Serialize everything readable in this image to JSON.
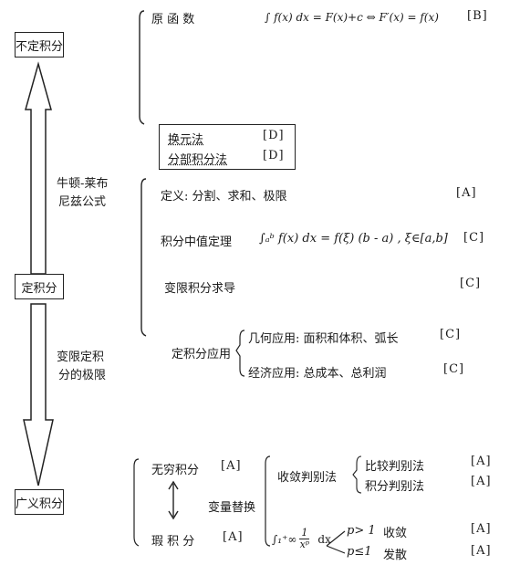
{
  "nodes": {
    "indefinite": "不定积分",
    "definite": "定积分",
    "improper": "广义积分"
  },
  "arrows": {
    "newton_leibniz_1": "牛顿-莱布",
    "newton_leibniz_2": "尼兹公式",
    "variable_limit_1": "变限定积",
    "variable_limit_2": "分的极限"
  },
  "indefinite_branch": {
    "antiderivative": "原 函 数",
    "formula": "∫ f(x) dx = F(x)+c ⇔ F′(x) = f(x)",
    "grade": "[B]"
  },
  "methods_box": {
    "substitution": "换元法",
    "substitution_grade": "[D]",
    "by_parts": "分部积分法",
    "by_parts_grade": "[D]"
  },
  "definite_branch": {
    "definition": "定义: 分割、求和、极限",
    "definition_grade": "[A]",
    "mean_value": "积分中值定理",
    "mean_value_formula": "∫ₐᵇ f(x) dx = f(ξ) (b - a) , ξ∈[a,b]",
    "mean_value_grade": "[C]",
    "variable_limit_derivative": "变限积分求导",
    "variable_limit_grade": "[C]",
    "applications": "定积分应用",
    "geometry_app": "几何应用: 面积和体积、弧长",
    "geometry_grade": "[C]",
    "economics_app": "经济应用: 总成本、总利润",
    "economics_grade": "[C]"
  },
  "improper_branch": {
    "infinite": "无穷积分",
    "infinite_grade": "[A]",
    "substitution": "变量替换",
    "defective": "瑕 积 分",
    "defective_grade": "[A]",
    "convergence_tests": "收敛判别法",
    "comparison_test": "比较判别法",
    "comparison_grade": "[A]",
    "integral_test": "积分判别法",
    "integral_grade": "[A]",
    "p_integral_prefix": "∫₁⁺∞",
    "p_integral_num": "1",
    "p_integral_den": "xᵖ",
    "p_integral_dx": "dx",
    "p_gt_1": "p> 1",
    "converge": "收敛",
    "converge_grade": "[A]",
    "p_le_1": "p≤1",
    "diverge": "发散",
    "diverge_grade": "[A]"
  }
}
